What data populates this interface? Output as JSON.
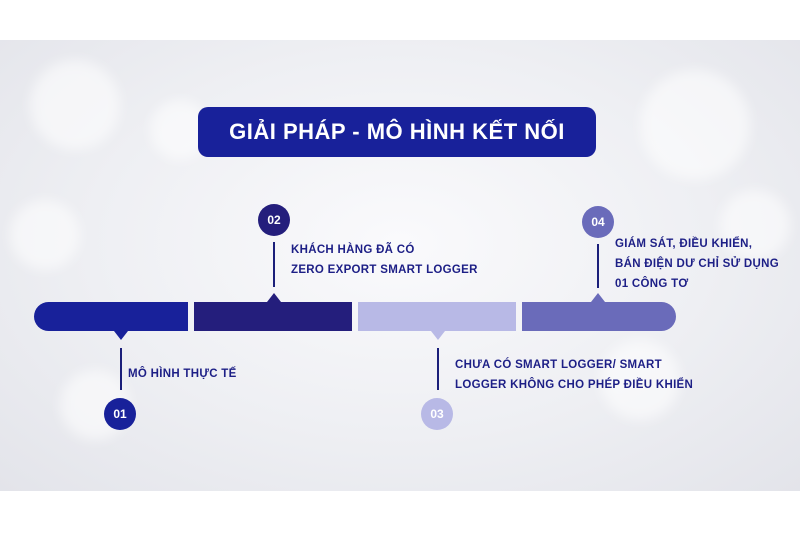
{
  "title": "GIẢI PHÁP - MÔ HÌNH KẾT NỐI",
  "colors": {
    "step1": "#18219a",
    "step2": "#241e7c",
    "step3": "#b8b9e6",
    "step4": "#6a6bba",
    "text": "#1d1f86"
  },
  "steps": [
    {
      "number": "01",
      "lines": [
        "MÔ HÌNH THỰC TẾ"
      ]
    },
    {
      "number": "02",
      "lines": [
        "KHÁCH HÀNG ĐÃ CÓ",
        "ZERO EXPORT SMART LOGGER"
      ]
    },
    {
      "number": "03",
      "lines": [
        "CHƯA CÓ SMART LOGGER/ SMART",
        "LOGGER KHÔNG CHO PHÉP ĐIỀU KHIỂN"
      ]
    },
    {
      "number": "04",
      "lines": [
        "GIÁM SÁT, ĐIỀU KHIỂN,",
        "BÁN ĐIỆN DƯ CHỈ SỬ DỤNG",
        "01 CÔNG TƠ"
      ]
    }
  ]
}
